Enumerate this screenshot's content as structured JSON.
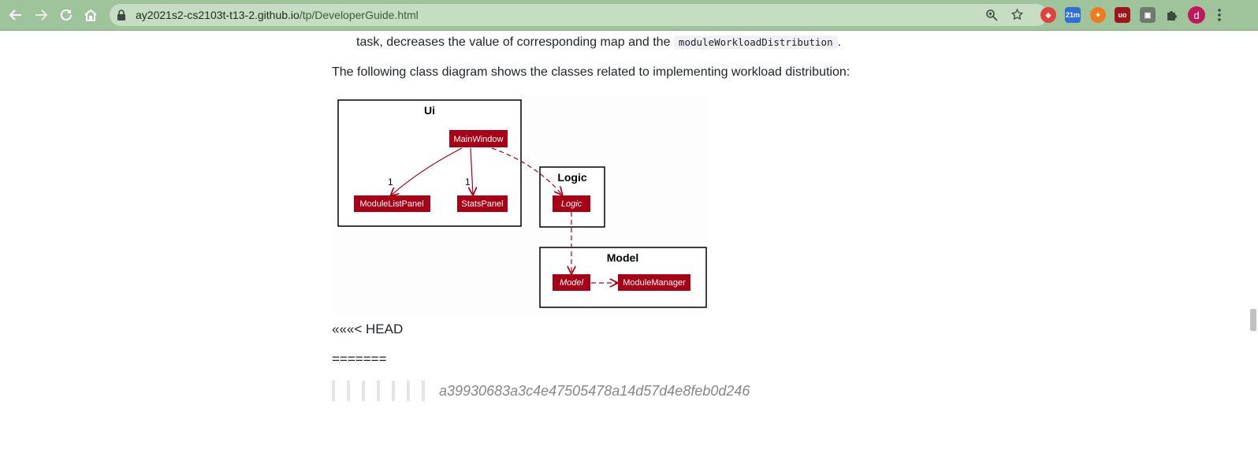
{
  "browser": {
    "url_host": "ay2021s2-cs2103t-t13-2.github.io",
    "url_path": "/tp/DeveloperGuide.html",
    "extensions": [
      {
        "name": "shield-extension-icon",
        "color": "#e0413d"
      },
      {
        "name": "timer-extension-icon",
        "color": "#2d6fd6",
        "badge": "21m"
      },
      {
        "name": "fire-extension-icon",
        "color": "#f07a1c"
      },
      {
        "name": "ublock-extension-icon",
        "color": "#a0141a",
        "label": "uo"
      },
      {
        "name": "square-extension-icon",
        "color": "#6e7a6e"
      }
    ],
    "avatar_letter": "d"
  },
  "doc": {
    "list_tail_text": "task, decreases the value of corresponding map and the",
    "list_tail_code": "moduleWorkloadDistribution",
    "list_tail_end": ".",
    "intro": "The following class diagram shows the classes related to implementing workload distribution:",
    "merge_head": "«««< HEAD",
    "merge_sep": "=======",
    "merge_hash": "a39930683a3c4e47505478a14d57d4e8feb0d246"
  },
  "diagram": {
    "pkg_ui": "Ui",
    "pkg_logic": "Logic",
    "pkg_model": "Model",
    "cls_mainwindow": "MainWindow",
    "cls_modulelistpanel": "ModuleListPanel",
    "cls_statspanel": "StatsPanel",
    "cls_logic": "Logic",
    "cls_model": "Model",
    "cls_modulemanager": "ModuleManager",
    "mult_1a": "1",
    "mult_1b": "1",
    "class_color": "#a80016"
  }
}
